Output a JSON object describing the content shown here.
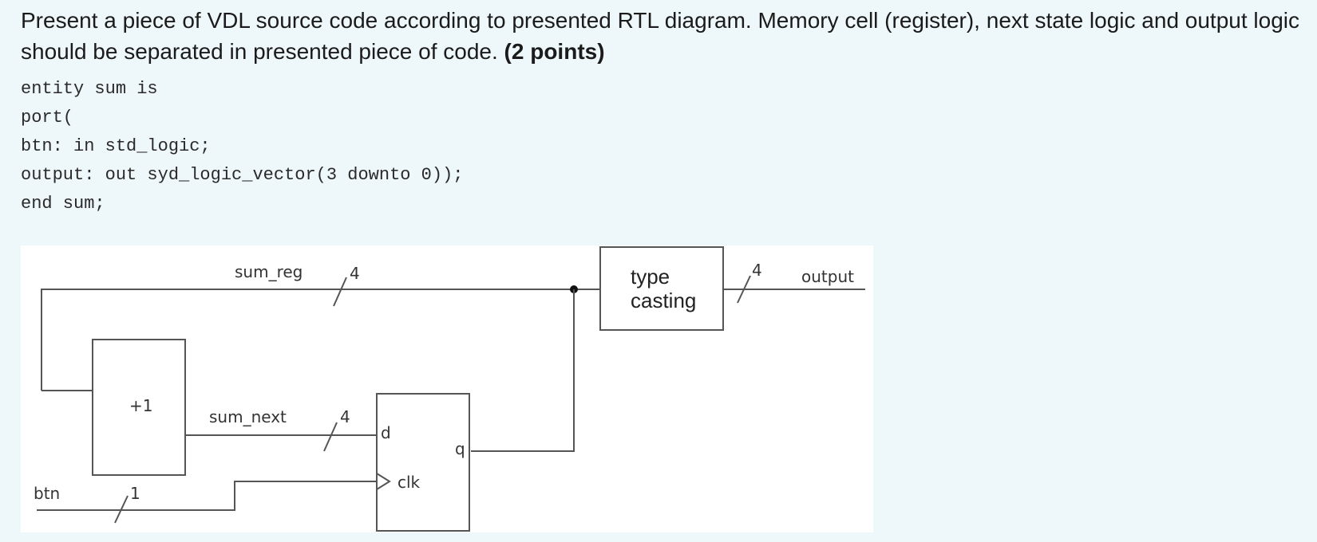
{
  "question": {
    "text": "Present a piece of VDL source code according to presented RTL diagram. Memory cell (register), next state logic and output logic should be separated in presented piece of code. ",
    "points": "(2 points)"
  },
  "code_lines": [
    "entity sum is",
    "port(",
    "btn: in std_logic;",
    "output: out syd_logic_vector(3 downto 0));",
    "end sum;"
  ],
  "diagram": {
    "labels": {
      "sum_reg": "sum_reg",
      "sum_reg_width": "4",
      "sum_next": "sum_next",
      "sum_next_width": "4",
      "btn": "btn",
      "btn_width": "1",
      "output": "output",
      "output_width": "4",
      "incrementer": "+1",
      "register_d": "d",
      "register_q": "q",
      "register_clk": "clk",
      "type_casting_line1": "type",
      "type_casting_line2": "casting"
    }
  }
}
